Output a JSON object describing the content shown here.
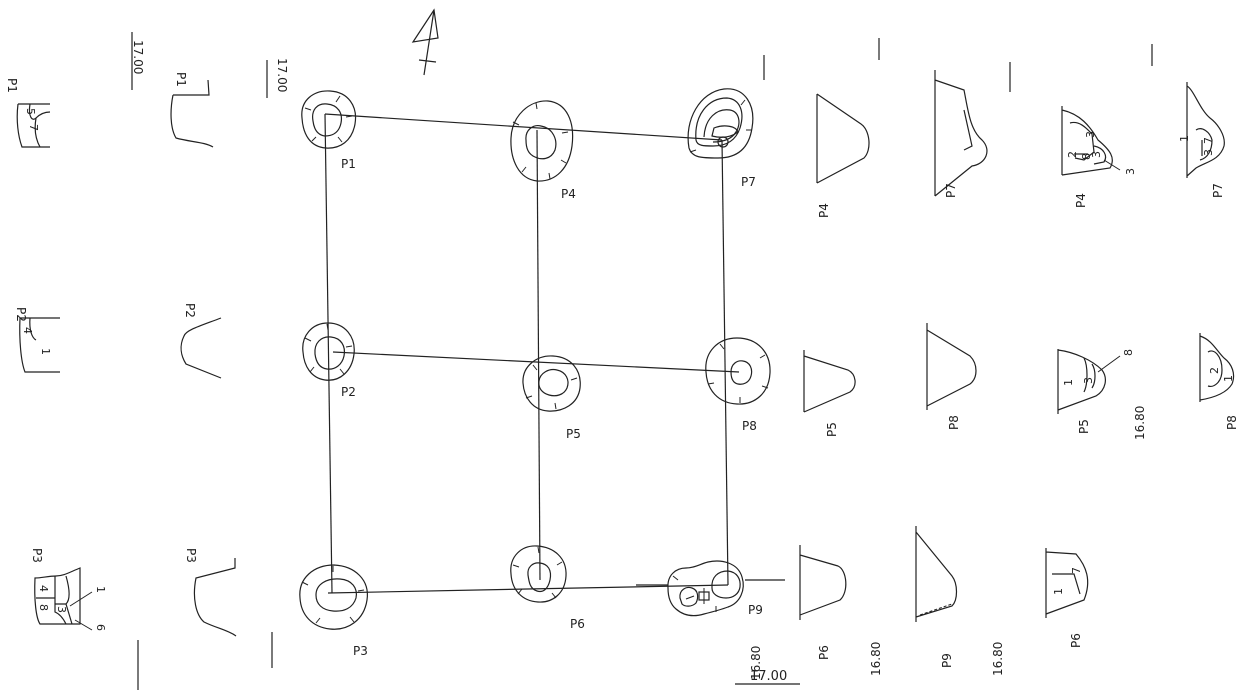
{
  "pits": {
    "P1": "P1",
    "P2": "P2",
    "P3": "P3",
    "P4": "P4",
    "P5": "P5",
    "P6": "P6",
    "P7": "P7",
    "P8": "P8",
    "P9": "P9"
  },
  "elevations": {
    "e1700": "17.00",
    "e1680": "16.80"
  },
  "layers": {
    "l1": "1",
    "l2": "2",
    "l3": "3",
    "l4": "4",
    "l5": "5",
    "l6": "6",
    "l7": "7",
    "l8": "8"
  }
}
